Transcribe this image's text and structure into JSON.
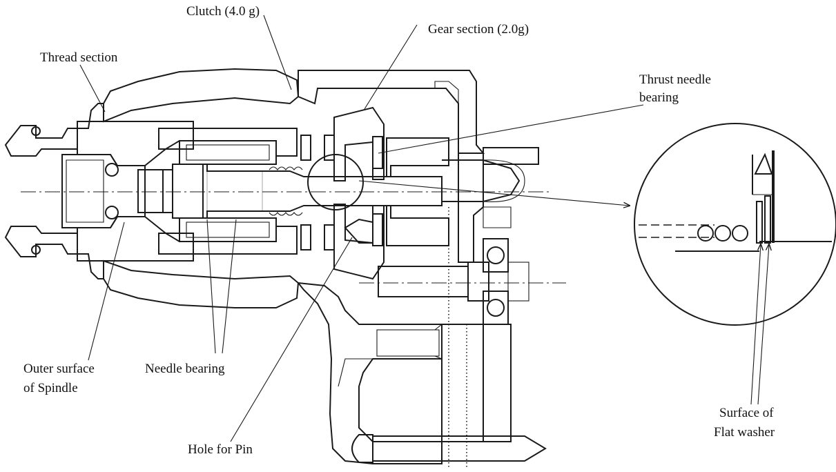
{
  "labels": {
    "clutch": "Clutch (4.0 g)",
    "gear_section": "Gear section (2.0g)",
    "thread_section": "Thread section",
    "thrust_needle_bearing_1": "Thrust needle",
    "thrust_needle_bearing_2": "bearing",
    "outer_surface_1": "Outer surface",
    "outer_surface_2": "of Spindle",
    "needle_bearing": "Needle bearing",
    "hole_for_pin": "Hole for Pin",
    "flat_washer_1": "Surface of",
    "flat_washer_2": "Flat washer"
  }
}
